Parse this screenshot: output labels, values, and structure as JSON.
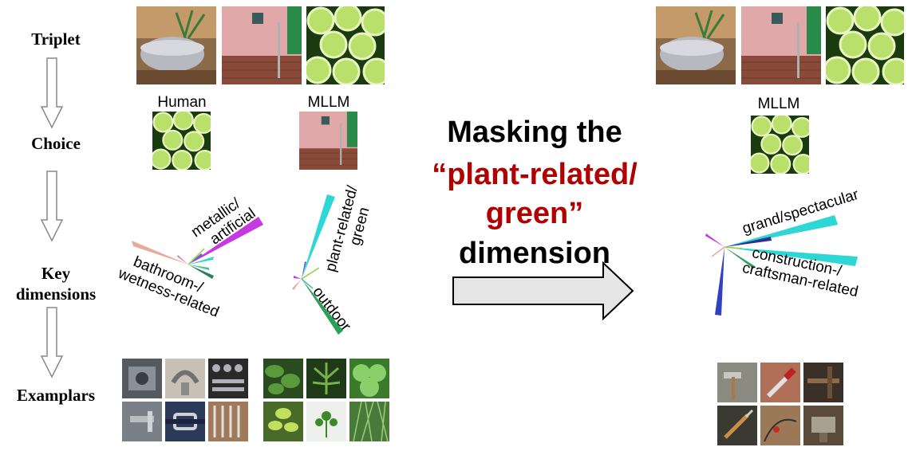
{
  "rows": {
    "triplet": "Triplet",
    "choice": "Choice",
    "key_dimensions_line1": "Key",
    "key_dimensions_line2": "dimensions",
    "examplars": "Examplars"
  },
  "choices": {
    "human": "Human",
    "mllm": "MLLM",
    "mllm_masked": "MLLM"
  },
  "dimensions": {
    "human_top_line1": "metallic/",
    "human_top_line2": "artificial",
    "human_bottom_line1": "bathroom-/",
    "human_bottom_line2": "wetness-related",
    "mllm_top_line1": "plant-related/",
    "mllm_top_line2": "green",
    "mllm_bottom": "outdoor",
    "masked_top": "grand/spectacular",
    "masked_bottom_line1": "construction-/",
    "masked_bottom_line2": "craftsman-related"
  },
  "masking": {
    "line1": "Masking the",
    "line2": "“plant-related/",
    "line3": "green”",
    "line4": "dimension"
  },
  "colors": {
    "accent_red": "#b00000",
    "magenta": "#c43ae0",
    "cyan": "#2fd6d6",
    "green": "#2aa05a",
    "blue": "#3040c0",
    "salmon": "#e8a89c",
    "arrow_fill": "#e6e6e6"
  },
  "icons": {
    "down_arrow": "hollow-down-arrow-icon",
    "right_arrow": "block-right-arrow-icon"
  }
}
